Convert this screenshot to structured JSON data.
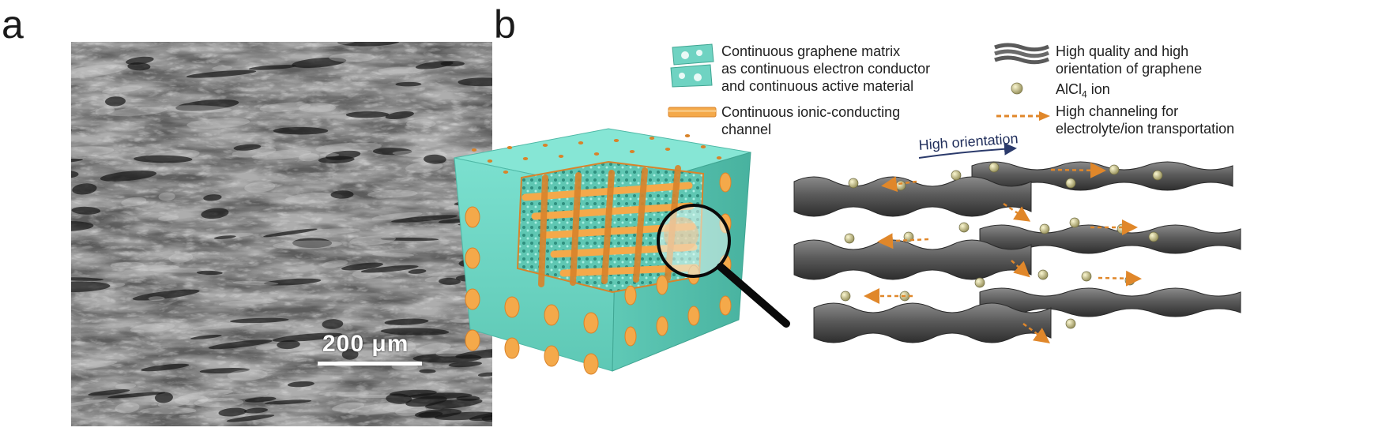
{
  "panel_a": {
    "label": "a",
    "scale_bar": "200 μm"
  },
  "panel_b": {
    "label": "b",
    "legend": {
      "matrix": "Continuous graphene matrix\nas continuous electron conductor\nand continuous active material",
      "channel": "Continuous ionic-conducting\nchannel",
      "graphene_quality": "High quality and high\norientation of graphene",
      "ion_prefix": "AlCl",
      "ion_subscript": "4",
      "ion_suffix": " ion",
      "transport": "High channeling for\nelectrolyte/ion transportation"
    },
    "orientation_label": "High orientation"
  },
  "colors": {
    "teal": "#6fd3c2",
    "teal_dark": "#4fb8a6",
    "orange": "#f4a94a",
    "orange_dark": "#d9832a",
    "graphene": "#6b6b6b",
    "ion": "#c9c48a",
    "arrow_orange": "#e0872a",
    "arrow_navy": "#2b3a6b"
  }
}
